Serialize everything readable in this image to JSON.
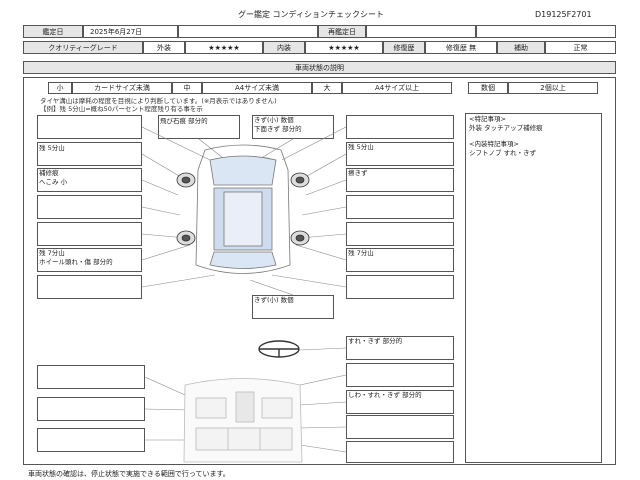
{
  "header": {
    "title": "グー鑑定 コンディションチェックシート",
    "sheet_id": "D19125F2701"
  },
  "info_row1": {
    "date_label": "鑑定日",
    "date_value": "2025年6月27日",
    "recheck_label": "再鑑定日"
  },
  "info_row2": {
    "quality_label": "クオリティーグレード",
    "exterior_label": "外装",
    "exterior_stars": "★★★★★",
    "interior_label": "内装",
    "interior_stars": "★★★★★",
    "repair_label": "修復歴",
    "repair_value": "修復歴 無",
    "meter_label": "補助",
    "meter_value": "正常"
  },
  "section_title": "車両状態の説明",
  "size_row": {
    "small": "小",
    "small_desc": "カードサイズ未満",
    "medium": "中",
    "medium_desc": "A4サイズ未満",
    "large": "大",
    "large_desc": "A4サイズ以上",
    "count_label": "数個",
    "count_desc": "2個以上"
  },
  "notes": {
    "line1": "タイヤ溝山は摩耗の程度を目視により判断しています。(※月表示ではありません)",
    "line2": "【例】残 5分山=概ね50パーセント程度残り有る事を示"
  },
  "damage_labels": {
    "top_left_upper": "飛び石痕 部分的",
    "top_center": "きず(小) 数個",
    "top_center2": "下面きず 部分的",
    "left_tire_front": "残 5分山",
    "left_repair": "補修痕",
    "left_dent": "へこみ 小",
    "left_tire_rear": "残 7分山",
    "left_wheel": "ホイール頭れ・傷 部分的",
    "right_tire_front": "残 5分山",
    "right_scratch": "擦きず",
    "right_tire_rear": "残 7分山",
    "bottom_center": "きず(小) 数個",
    "steer_label": "すれ・きず 部分的",
    "interior_label": "しわ・すれ・きず 部分的"
  },
  "special_notes": {
    "title": "<特記事項>",
    "line1": "外装 タッチアップ補修痕",
    "title2": "<内装特記事項>",
    "line2": "シフトノブ すれ・きず"
  },
  "footer": "車両状態の確認は、停止状態で実施できる範囲で行っています。"
}
